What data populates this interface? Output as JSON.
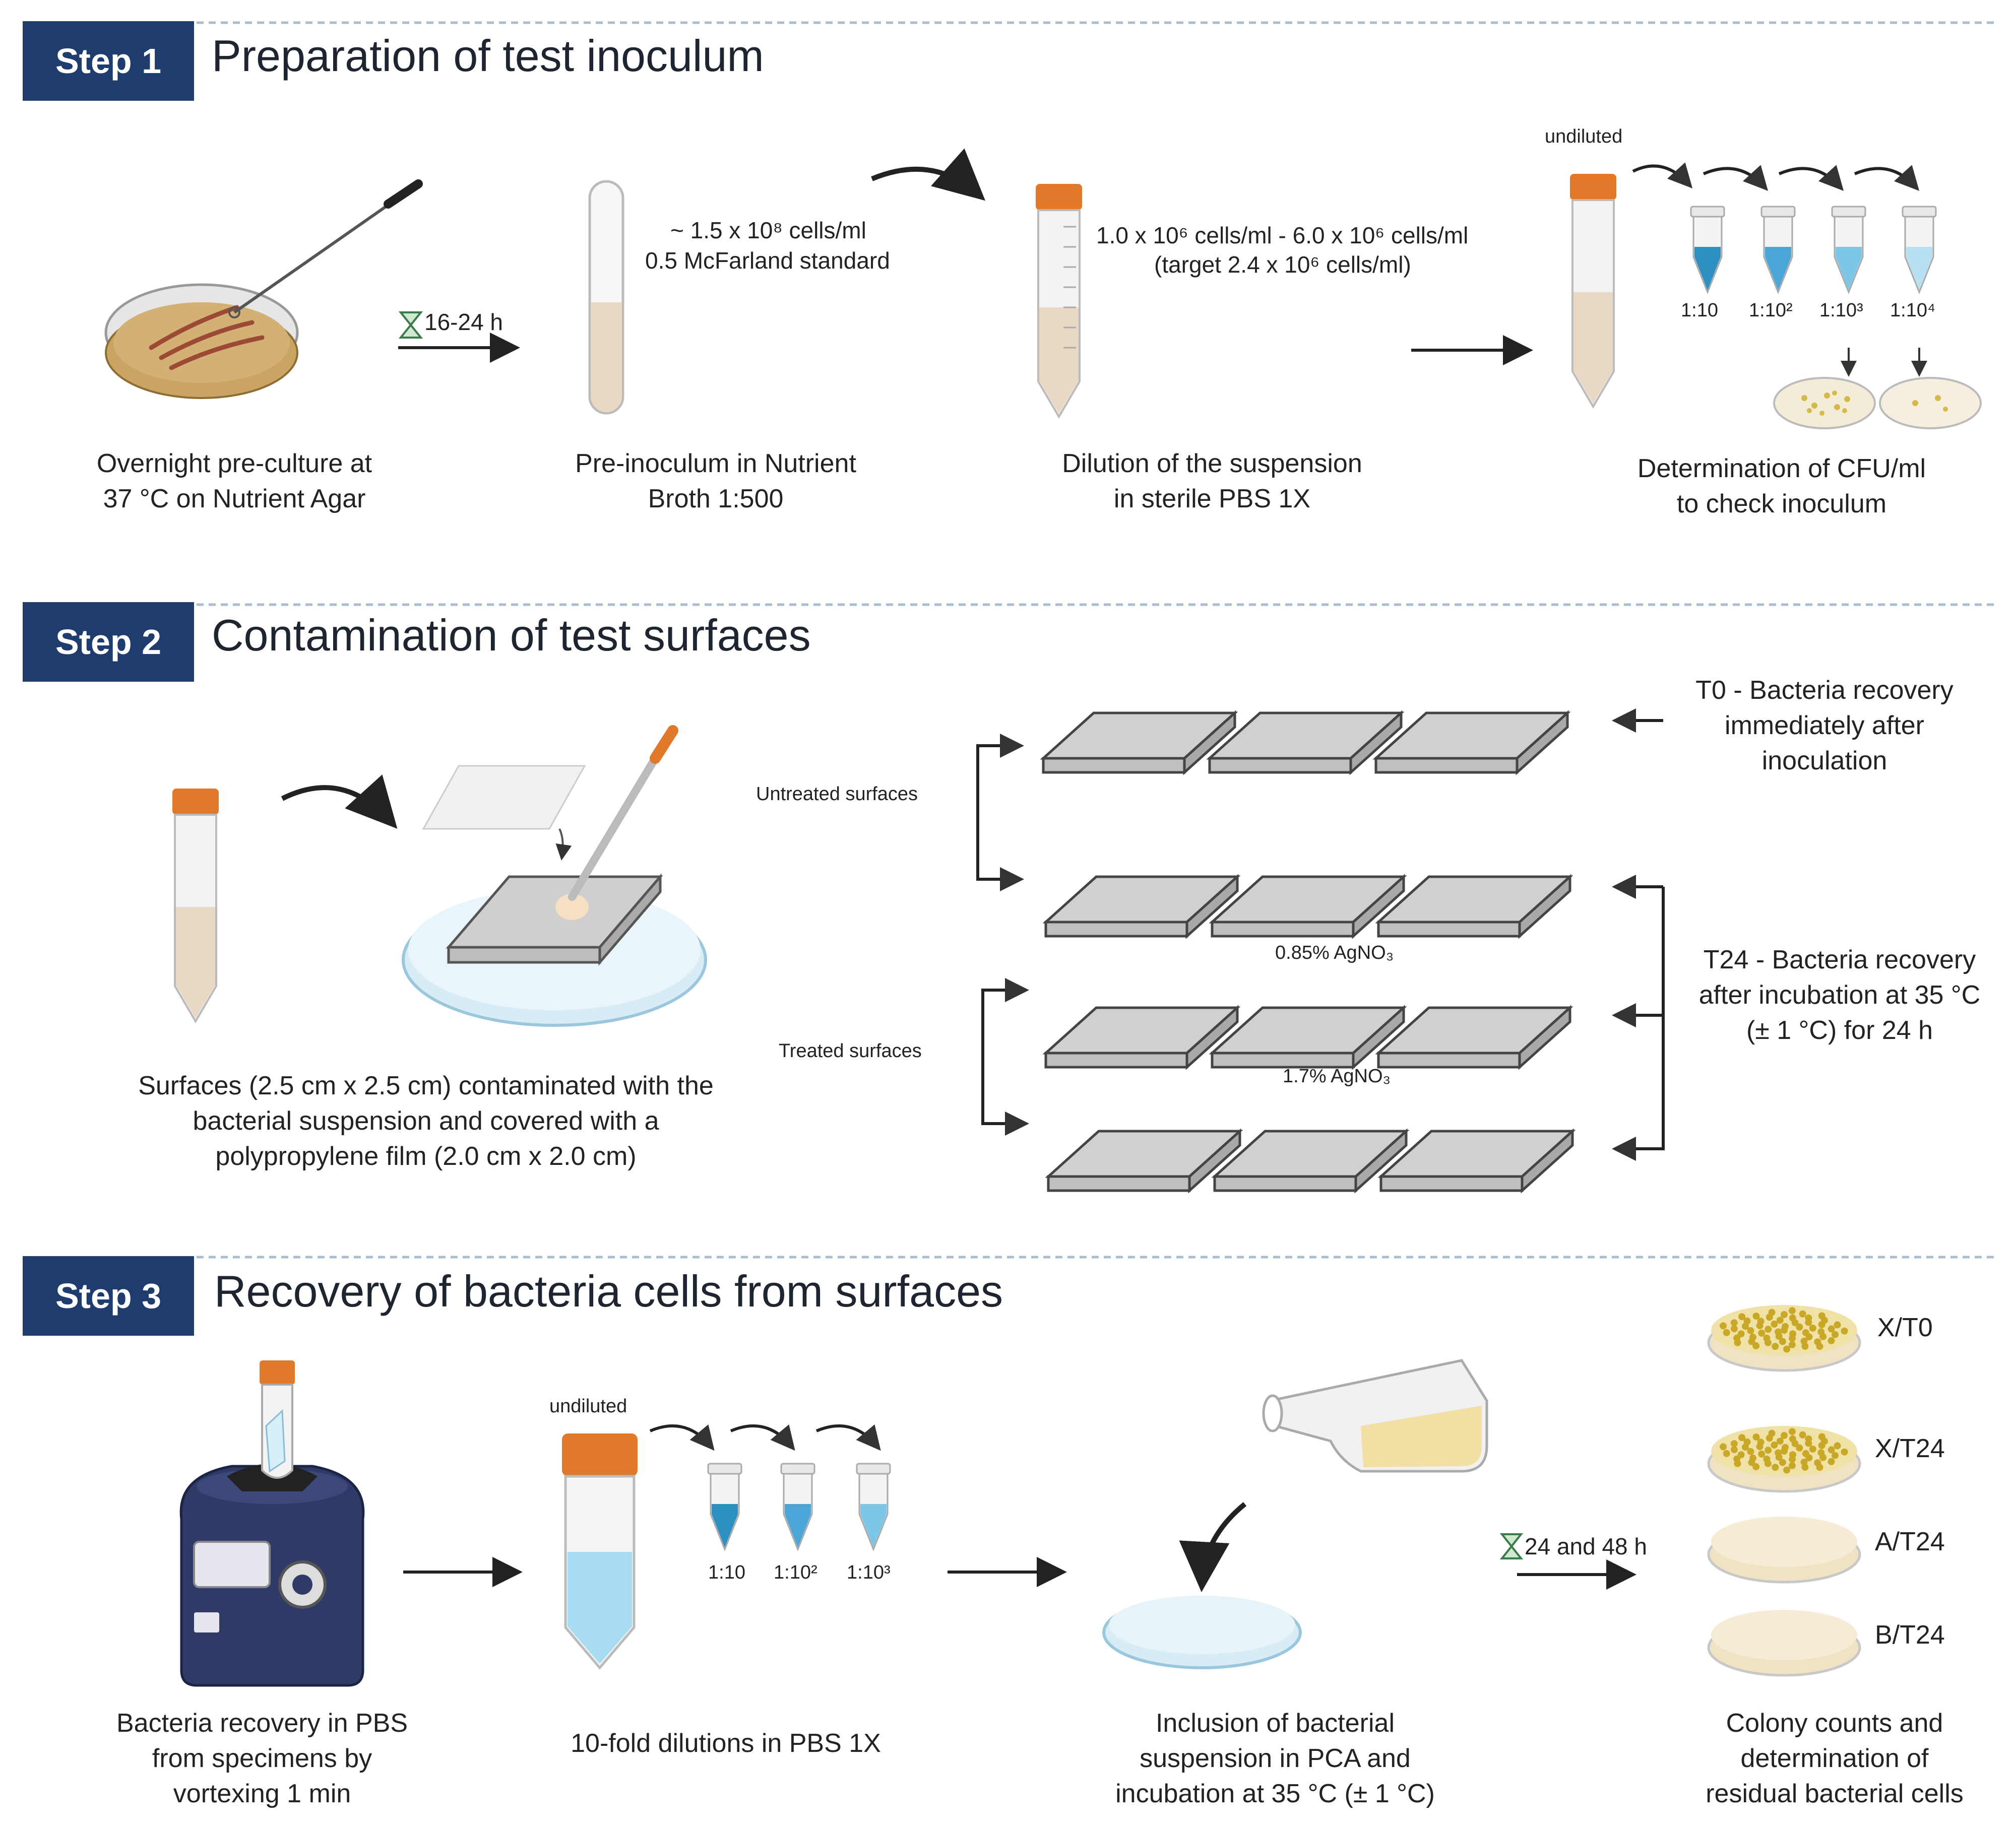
{
  "colors": {
    "badge": "#1e3c6e",
    "cap_orange": "#e07a2a",
    "pbs_blue": "#7cc7e8",
    "broth": "#e9d8c4",
    "agar": "#c9a463",
    "surface": "#d8d8d8"
  },
  "step1": {
    "badge": "Step 1",
    "title": "Preparation of test inoculum",
    "hourglass_label": "16-24 h",
    "cells_note_1": "~ 1.5 x 10⁸ cells/ml",
    "cells_note_2": "0.5 McFarland standard",
    "dilution_note_1": "1.0 x 10⁶ cells/ml - 6.0 x 10⁶ cells/ml",
    "dilution_note_2": "(target 2.4 x 10⁶ cells/ml)",
    "undiluted": "undiluted",
    "tube_labels": [
      "1:10",
      "1:10²",
      "1:10³",
      "1:10⁴"
    ],
    "captions": {
      "plate": "Overnight pre-culture at\n37 °C on Nutrient Agar",
      "preinoculum": "Pre-inoculum in Nutrient\nBroth 1:500",
      "dilution": "Dilution of the suspension\nin sterile PBS 1X",
      "cfu": "Determination of CFU/ml\nto check inoculum"
    }
  },
  "step2": {
    "badge": "Step 2",
    "title": "Contamination of test surfaces",
    "untreated": "Untreated surfaces",
    "treated": "Treated surfaces",
    "agno3_085": "0.85% AgNO₃",
    "agno3_17": "1.7% AgNO₃",
    "t0": "T0 - Bacteria recovery\nimmediately after\ninoculation",
    "t24": "T24 - Bacteria recovery\nafter incubation at 35 °C\n(± 1 °C) for 24 h",
    "caption": "Surfaces (2.5 cm x 2.5 cm) contaminated with the\nbacterial suspension and covered with a\npolypropylene film (2.0 cm x 2.0 cm)"
  },
  "step3": {
    "badge": "Step 3",
    "title": "Recovery of bacteria cells from surfaces",
    "undiluted": "undiluted",
    "tube_labels": [
      "1:10",
      "1:10²",
      "1:10³"
    ],
    "hourglass_label": "24 and 48 h",
    "plate_labels": [
      "X/T0",
      "X/T24",
      "A/T24",
      "B/T24"
    ],
    "captions": {
      "vortex": "Bacteria recovery in PBS\nfrom specimens by\nvortexing 1 min",
      "dilutions": "10-fold dilutions in PBS 1X",
      "inclusion": "Inclusion of bacterial\nsuspension in PCA and\nincubation at 35 °C (± 1 °C)",
      "colony": "Colony counts and\ndetermination of\nresidual bacterial cells"
    }
  }
}
